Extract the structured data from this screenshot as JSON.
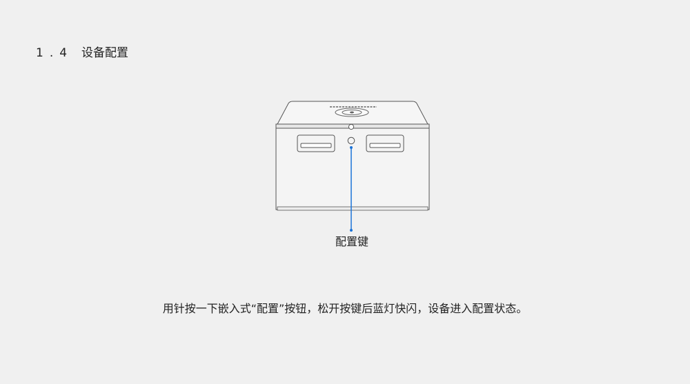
{
  "section": {
    "number": "1.4",
    "title": "设备配置"
  },
  "diagram": {
    "callout_label": "配置键",
    "callout_color": "#1a73d8",
    "device_stroke": "#555555",
    "device_fill": "#f4f4f4"
  },
  "caption": "用针按一下嵌入式“配置”按钮，松开按键后蓝灯快闪，设备进入配置状态。"
}
